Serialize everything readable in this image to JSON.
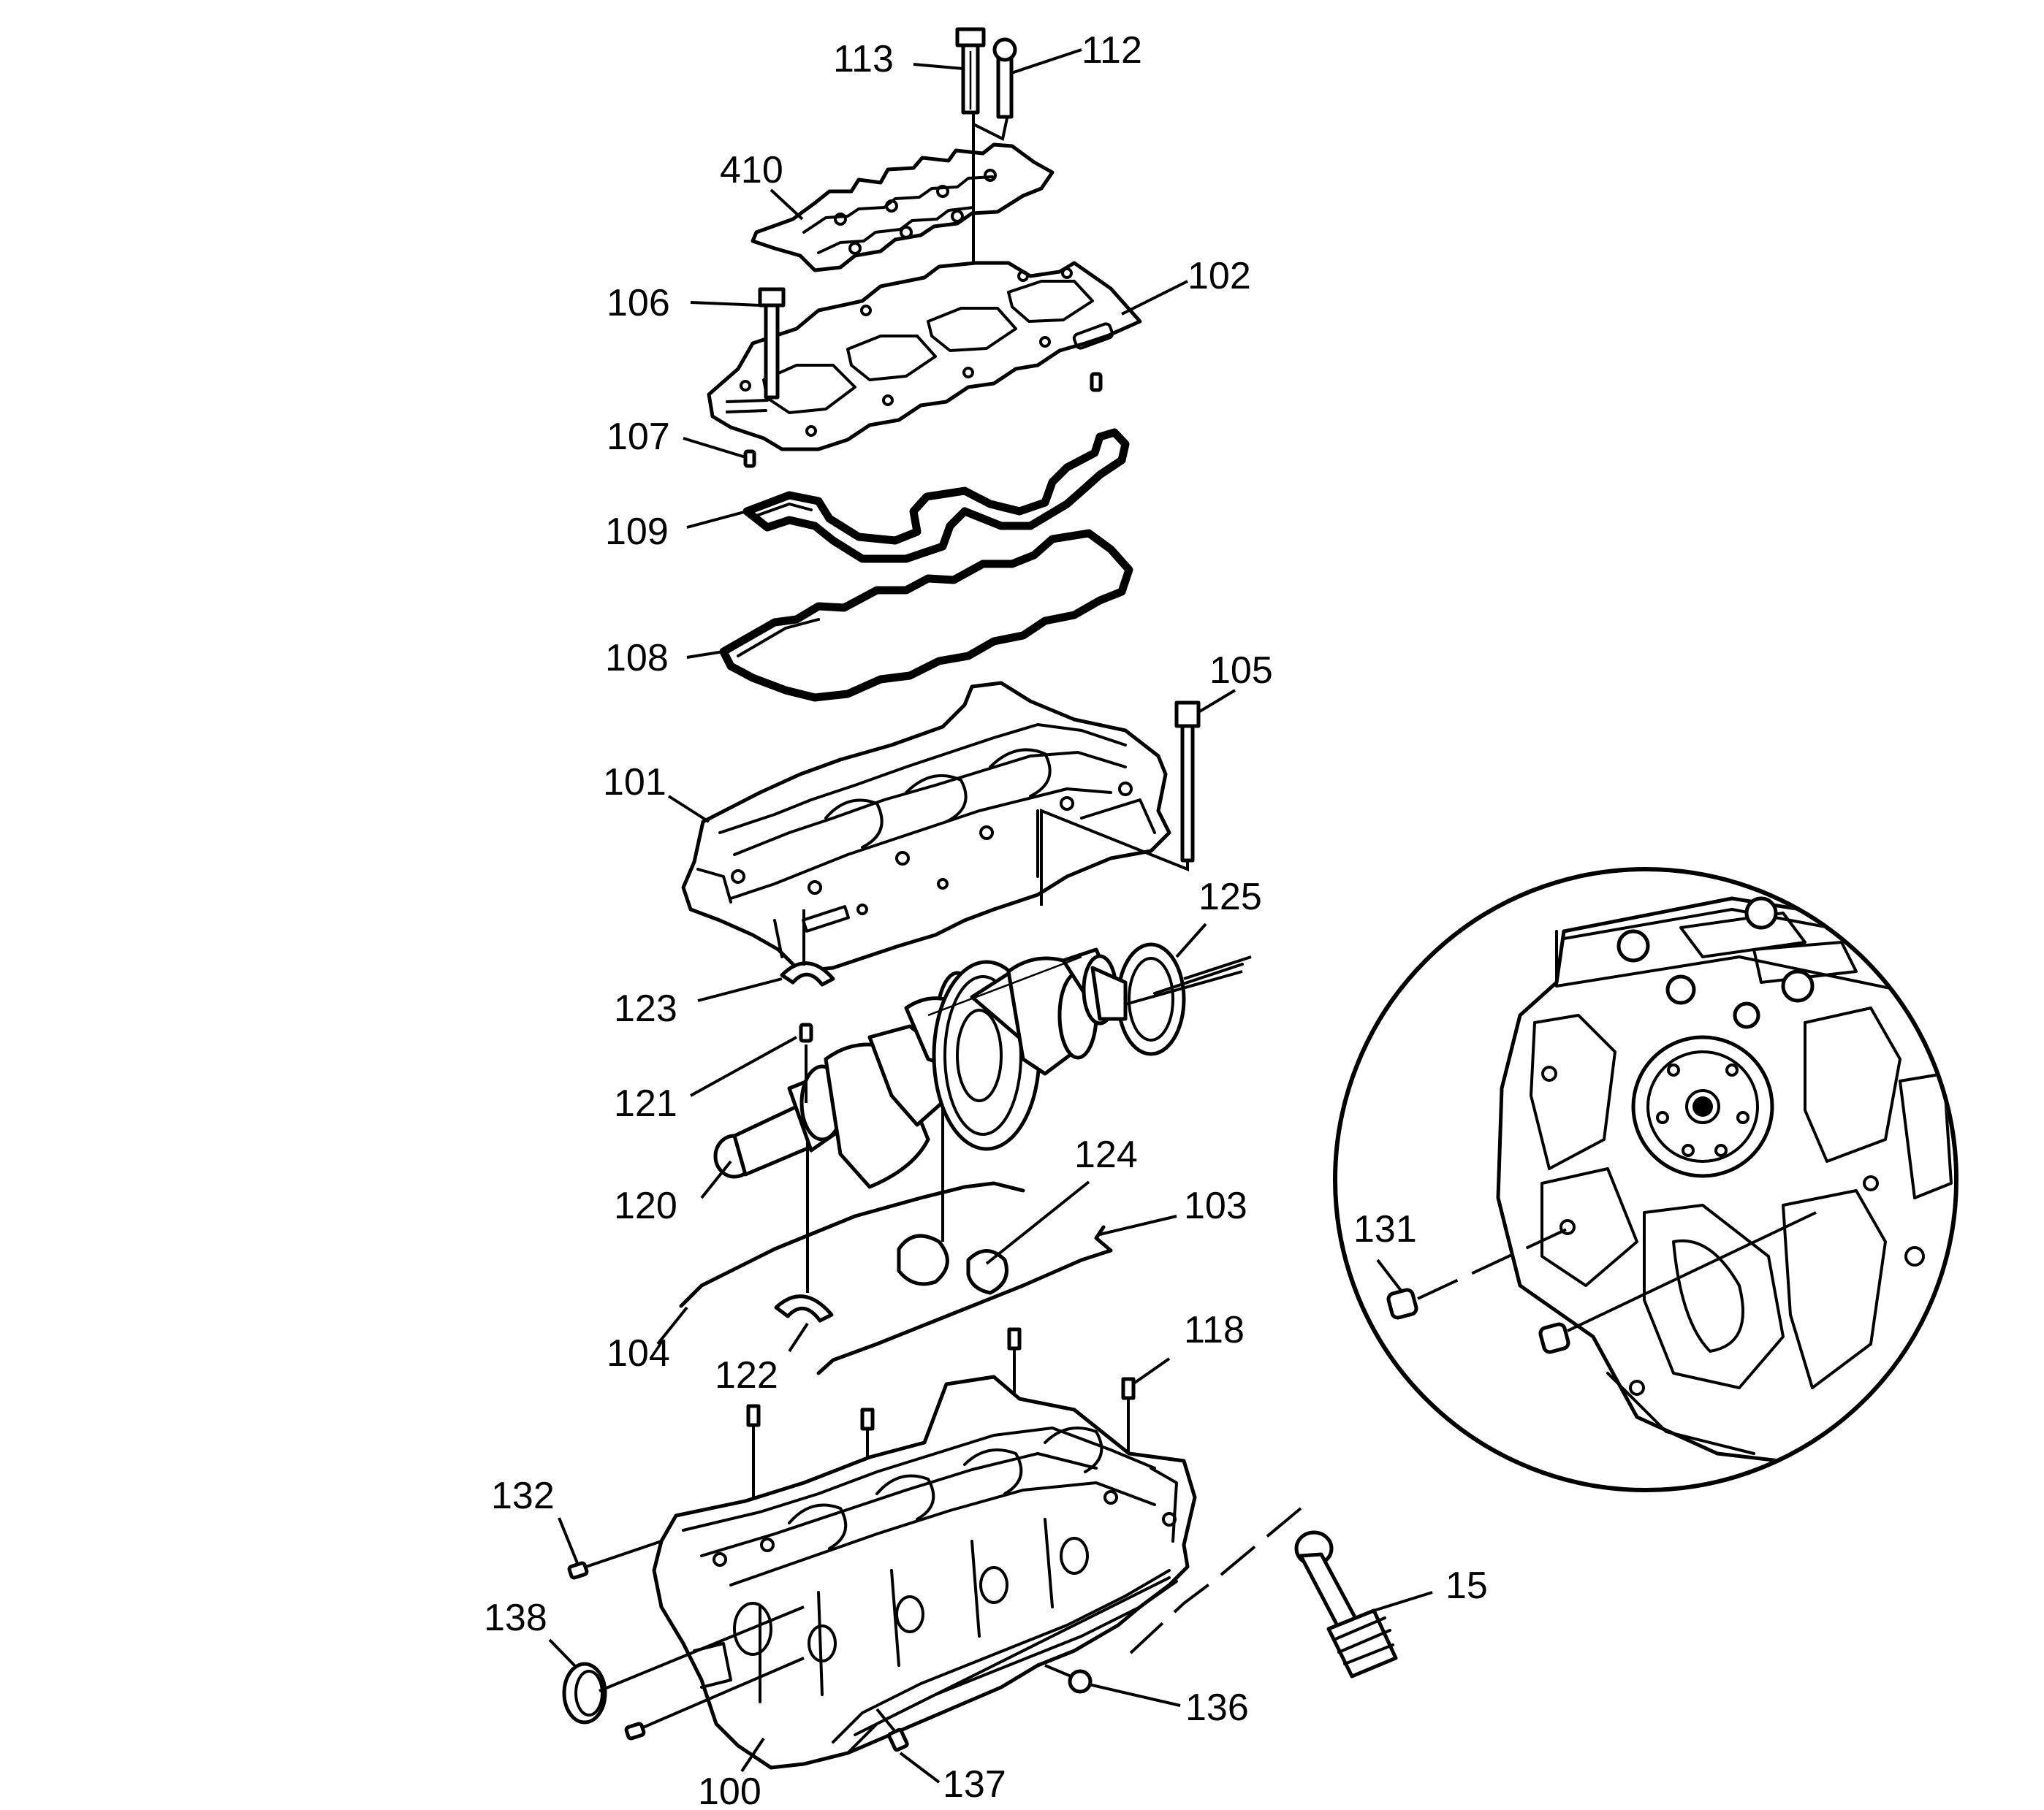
{
  "callouts": {
    "c113": "113",
    "c112": "112",
    "c410": "410",
    "c106": "106",
    "c102": "102",
    "c107": "107",
    "c109": "109",
    "c108": "108",
    "c105": "105",
    "c101": "101",
    "c125": "125",
    "c123": "123",
    "c121": "121",
    "c124": "124",
    "c120": "120",
    "c103": "103",
    "c131": "131",
    "c104": "104",
    "c122": "122",
    "c118": "118",
    "c132": "132",
    "c15": "15",
    "c138": "138",
    "c136": "136",
    "c100": "100",
    "c137": "137"
  },
  "colors": {
    "line": "#000000",
    "background": "#ffffff"
  }
}
